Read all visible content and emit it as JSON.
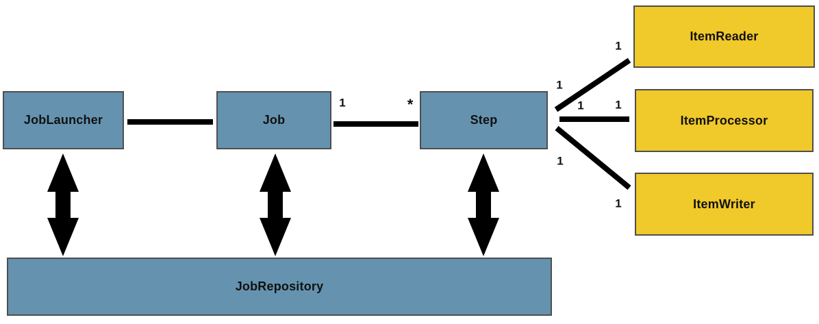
{
  "colors": {
    "blue_node_fill": "#6593AF",
    "yellow_node_fill": "#F0C92A",
    "node_border": "#4E4E4E",
    "connector": "#000000",
    "label_text": "#111111",
    "background": "#FFFFFF"
  },
  "nodes": {
    "job_launcher": {
      "label": "JobLauncher"
    },
    "job": {
      "label": "Job"
    },
    "step": {
      "label": "Step"
    },
    "job_repository": {
      "label": "JobRepository"
    },
    "item_reader": {
      "label": "ItemReader"
    },
    "item_processor": {
      "label": "ItemProcessor"
    },
    "item_writer": {
      "label": "ItemWriter"
    }
  },
  "edges": {
    "job_step": {
      "from_label": "1",
      "to_label": "*"
    },
    "step_itemreader": {
      "from_label": "1",
      "to_label": "1"
    },
    "step_itemprocessor": {
      "from_label": "1",
      "to_label": "1"
    },
    "step_itemwriter": {
      "from_label": "1",
      "to_label": "1"
    }
  }
}
